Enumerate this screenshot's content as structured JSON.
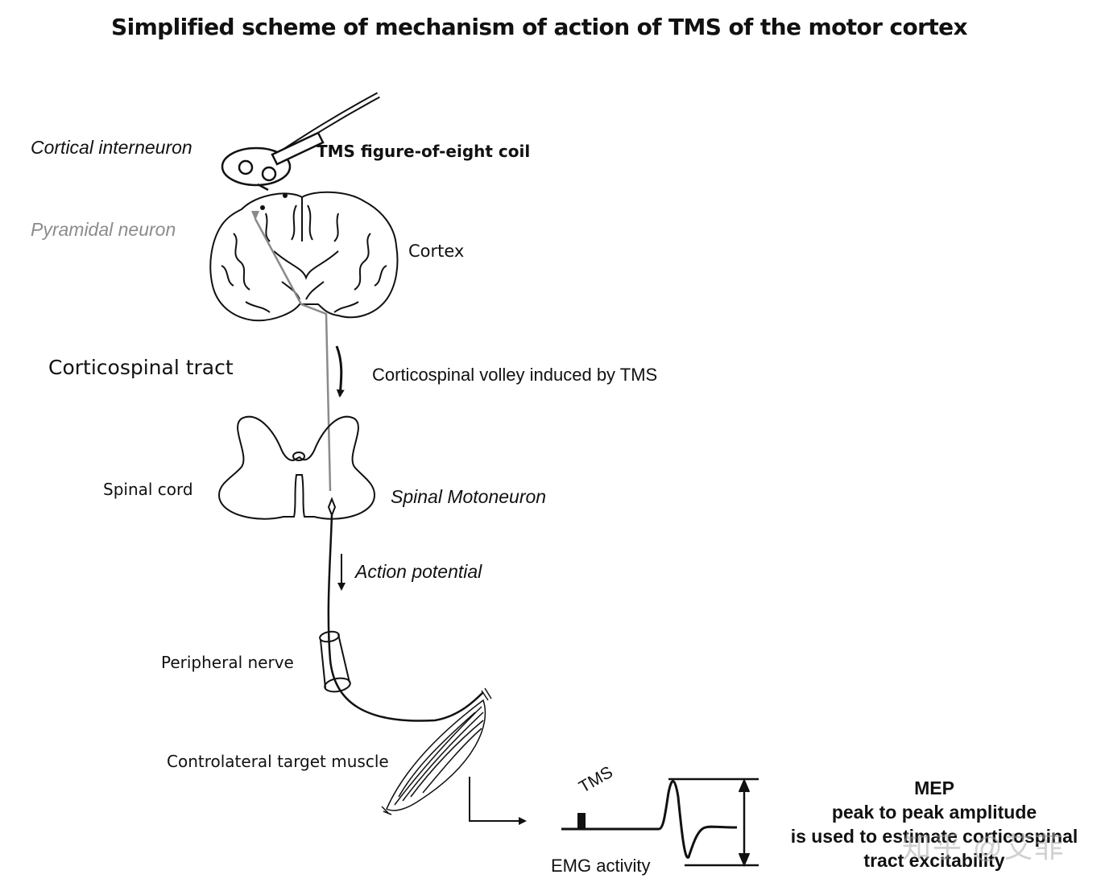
{
  "title": "Simplified scheme of mechanism of action of TMS of the motor cortex",
  "labels": {
    "cortical_interneuron": "Cortical interneuron",
    "tms_coil": "TMS figure-of-eight coil",
    "pyramidal_neuron": "Pyramidal neuron",
    "cortex": "Cortex",
    "corticospinal_tract": "Corticospinal tract",
    "corticospinal_volley": "Corticospinal volley induced by TMS",
    "spinal_cord": "Spinal cord",
    "spinal_motoneuron": "Spinal Motoneuron",
    "action_potential": "Action potential",
    "peripheral_nerve": "Peripheral nerve",
    "target_muscle": "Controlateral target muscle",
    "emg_tms": "TMS",
    "emg_activity": "EMG activity"
  },
  "mep_text": {
    "line1": "MEP",
    "line2": "peak to peak amplitude",
    "line3": "is used to estimate corticospinal",
    "line4": "tract excitability"
  },
  "watermark": "知乎 @艾菲",
  "colors": {
    "line": "#111111",
    "pyramidal_gray": "#8a8a8a",
    "pyramidal_label": "#8c8c8c"
  }
}
